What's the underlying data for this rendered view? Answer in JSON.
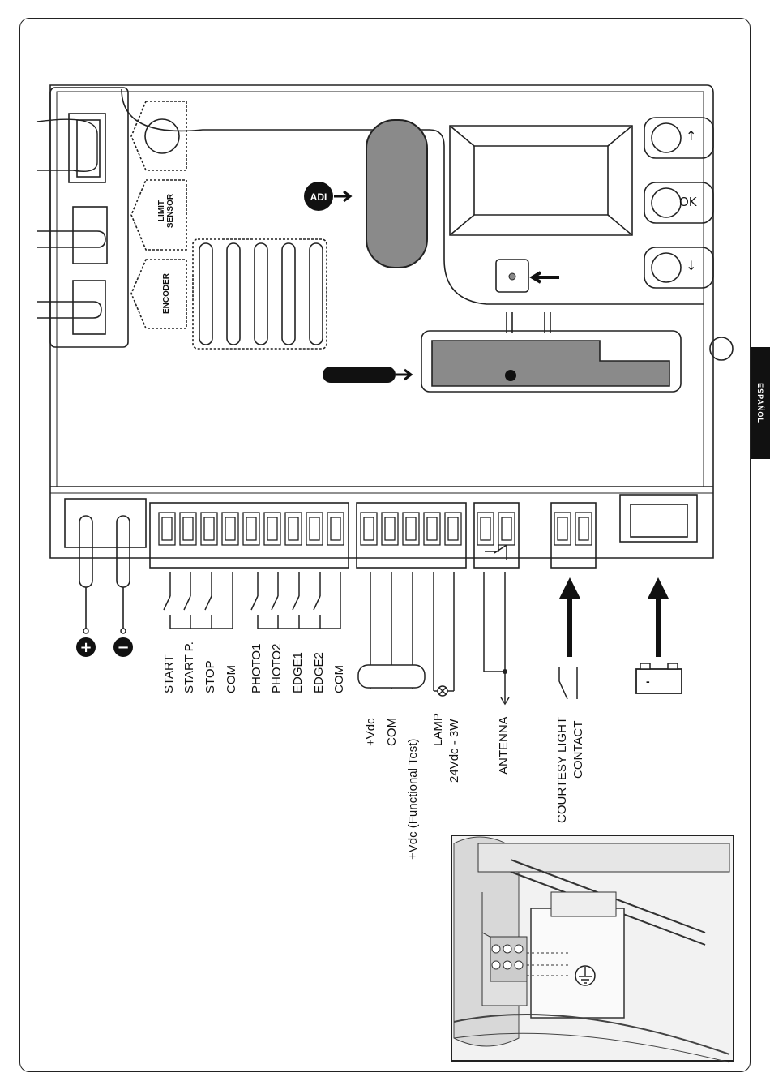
{
  "page": {
    "side_tab": "ESPAÑOL"
  },
  "board": {
    "logo": "ADI",
    "sensor_labels": {
      "limit": "LIMIT\nSENSOR",
      "encoder": "ENCODER"
    },
    "buttons": {
      "up": "↑",
      "ok": "OK",
      "down": "↓"
    }
  },
  "power": {
    "plus": "+",
    "minus": "−"
  },
  "terminals": {
    "inputs": [
      "START",
      "START P.",
      "STOP",
      "COM",
      "PHOTO1",
      "PHOTO2",
      "EDGE1",
      "EDGE2",
      "COM"
    ],
    "supply": [
      "+Vdc",
      "COM",
      "+Vdc (Functional Test)"
    ],
    "lamp": [
      "LAMP",
      "24Vdc - 3W"
    ],
    "antenna": "ANTENNA",
    "courtesy": [
      "COURTESY LIGHT",
      "CONTACT"
    ]
  },
  "battery": {
    "minus": "-"
  }
}
